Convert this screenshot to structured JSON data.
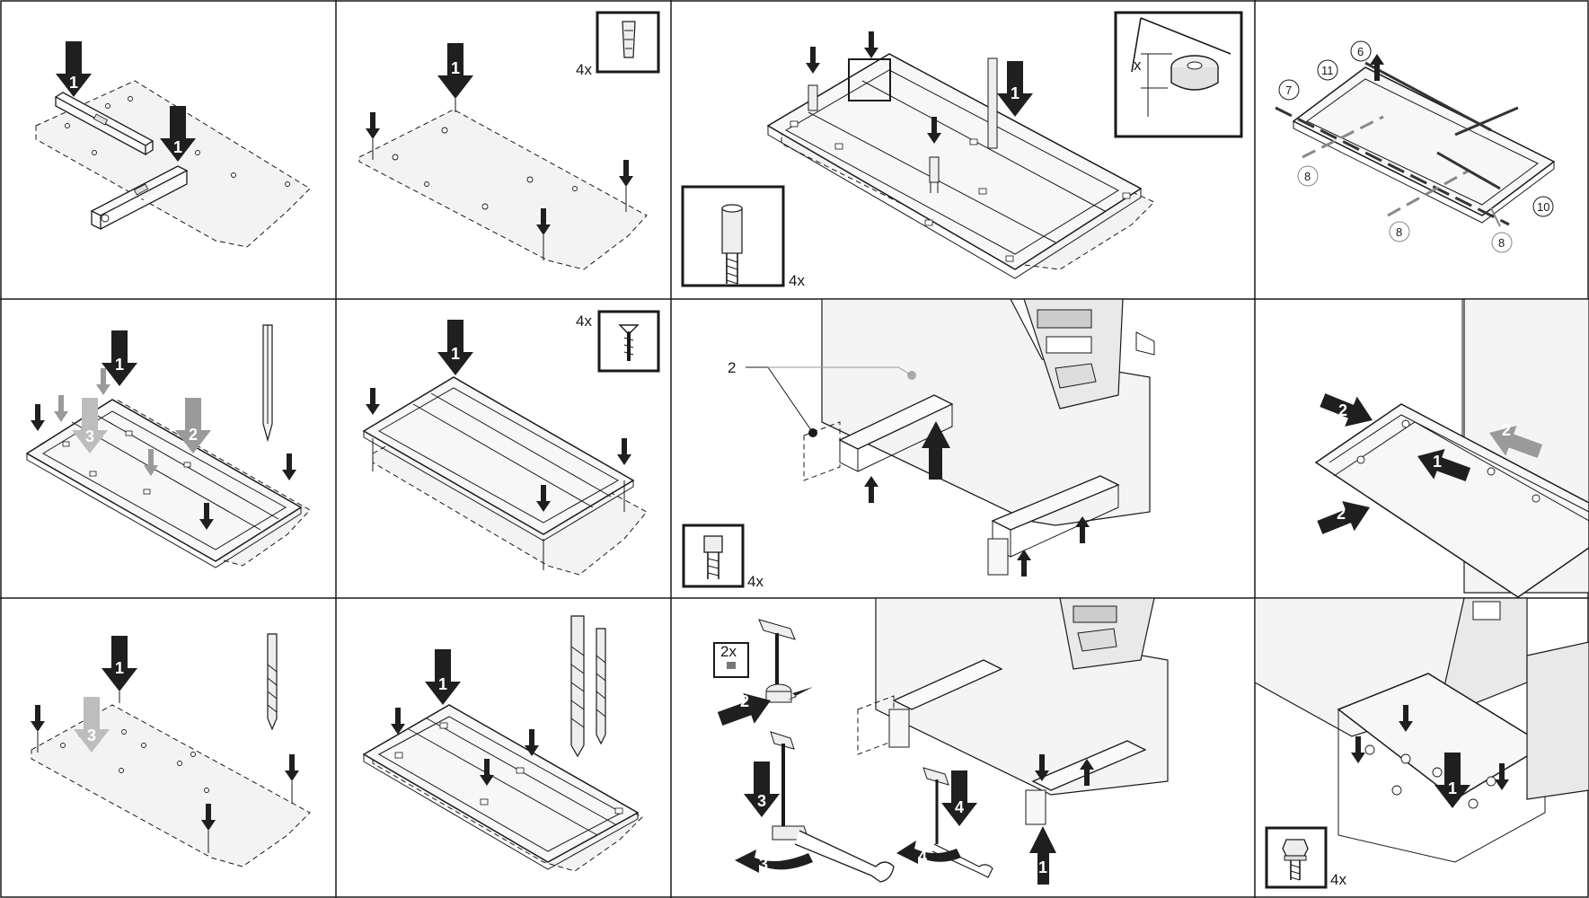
{
  "panels": {
    "p1": {
      "steps": [
        "1",
        "1"
      ]
    },
    "p2": {
      "steps": [
        "1"
      ],
      "count": "4x"
    },
    "p3": {
      "steps": [
        "1"
      ],
      "count": "4x",
      "detail_label": "x"
    },
    "p4": {
      "callouts": [
        "6",
        "11",
        "7",
        "8",
        "8",
        "8",
        "10"
      ]
    },
    "p5": {
      "steps": [
        "1",
        "2",
        "3"
      ]
    },
    "p6": {
      "steps": [
        "1"
      ],
      "count": "4x"
    },
    "p7": {
      "callout": "2",
      "count": "4x"
    },
    "p8": {
      "steps": [
        "2",
        "2",
        "1",
        "2"
      ]
    },
    "p9": {
      "steps": [
        "1",
        "3"
      ]
    },
    "p10": {
      "steps": [
        "1"
      ]
    },
    "p11": {
      "steps": [
        "2",
        "3",
        "3",
        "4",
        "4",
        "1"
      ],
      "count": "2x"
    },
    "p12": {
      "steps": [
        "1"
      ],
      "count": "4x"
    }
  },
  "colors": {
    "ink": "#1a1a1a",
    "arrow_dark": "#1f1f1f",
    "arrow_grey": "#9a9a9a",
    "arrow_light": "#bdbdbd"
  }
}
